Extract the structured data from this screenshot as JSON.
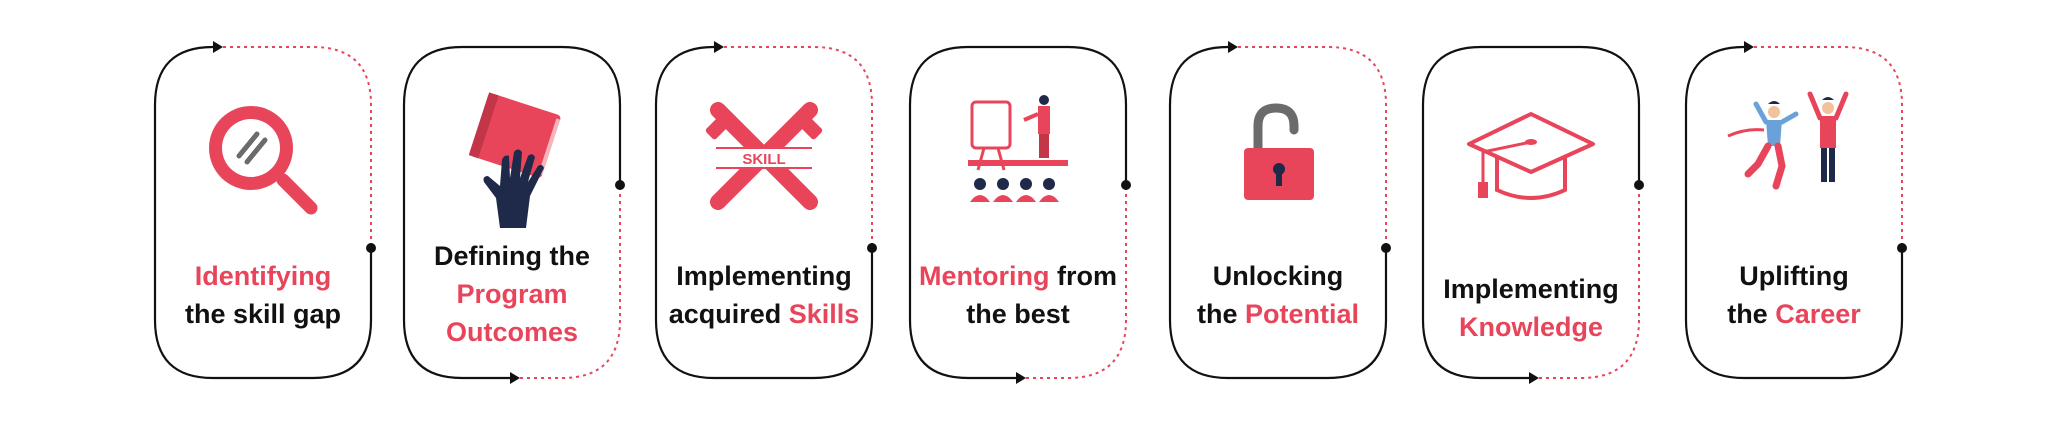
{
  "colors": {
    "accent": "#e8455b",
    "text": "#111111",
    "navy": "#1f2a4a",
    "gray": "#6b6b6b"
  },
  "steps": [
    {
      "icon": "magnifier-icon",
      "lines": [
        {
          "h": "Identifying"
        },
        {
          "p": "the skill gap"
        }
      ]
    },
    {
      "icon": "book-hand-icon",
      "lines": [
        {
          "p": "Defining the"
        },
        {
          "h": "Program"
        },
        {
          "h": "Outcomes"
        }
      ]
    },
    {
      "icon": "skill-tools-icon",
      "badge": "SKILL",
      "lines": [
        {
          "p": "Implementing"
        },
        {
          "p": "acquired ",
          "h": "Skills"
        }
      ]
    },
    {
      "icon": "mentor-presentation-icon",
      "lines": [
        {
          "h": "Mentoring",
          "p": " from"
        },
        {
          "p": "the best"
        }
      ]
    },
    {
      "icon": "unlocked-padlock-icon",
      "lines": [
        {
          "p": "Unlocking"
        },
        {
          "p": "the ",
          "h": "Potential"
        }
      ]
    },
    {
      "icon": "graduation-cap-icon",
      "lines": [
        {
          "p": "Implementing"
        },
        {
          "h": "Knowledge"
        }
      ]
    },
    {
      "icon": "celebrating-people-icon",
      "lines": [
        {
          "p": "Uplifting"
        },
        {
          "p": "the ",
          "h": "Career"
        }
      ]
    }
  ]
}
